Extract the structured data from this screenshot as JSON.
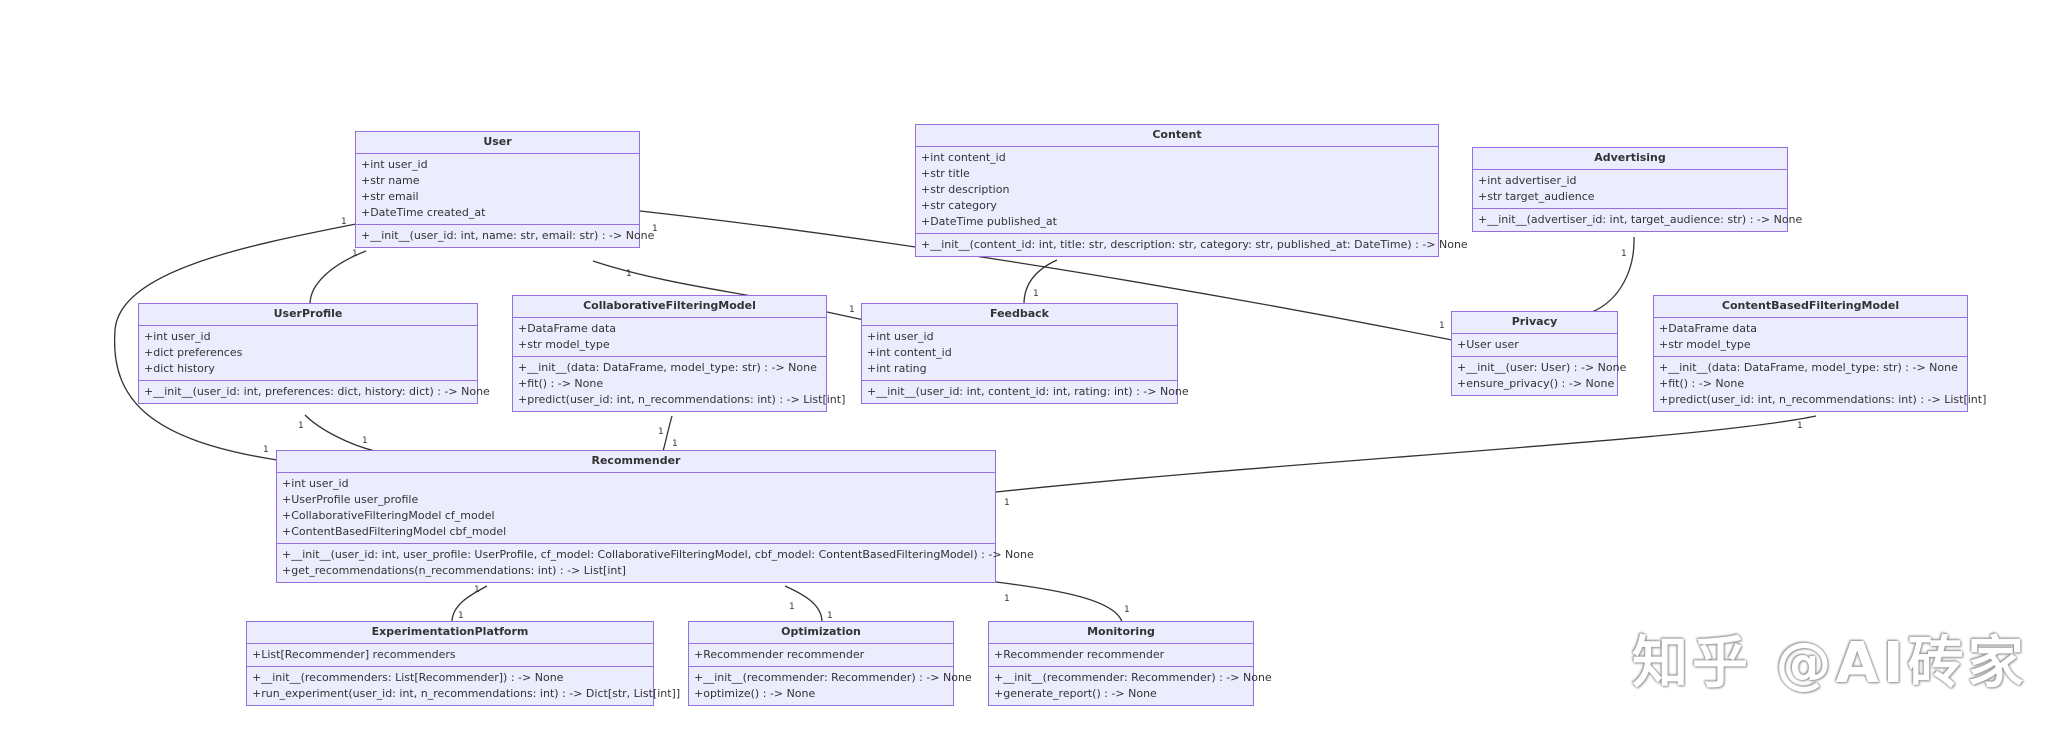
{
  "classes": {
    "user": {
      "name": "User",
      "attributes": [
        "+int user_id",
        "+str name",
        "+str email",
        "+DateTime created_at"
      ],
      "methods": [
        "+__init__(user_id: int, name: str, email: str) : -> None"
      ]
    },
    "content": {
      "name": "Content",
      "attributes": [
        "+int content_id",
        "+str title",
        "+str description",
        "+str category",
        "+DateTime published_at"
      ],
      "methods": [
        "+__init__(content_id: int, title: str, description: str, category: str, published_at: DateTime) : -> None"
      ]
    },
    "advertising": {
      "name": "Advertising",
      "attributes": [
        "+int advertiser_id",
        "+str target_audience"
      ],
      "methods": [
        "+__init__(advertiser_id: int, target_audience: str) : -> None"
      ]
    },
    "userprofile": {
      "name": "UserProfile",
      "attributes": [
        "+int user_id",
        "+dict preferences",
        "+dict history"
      ],
      "methods": [
        "+__init__(user_id: int, preferences: dict, history: dict) : -> None"
      ]
    },
    "cfmodel": {
      "name": "CollaborativeFilteringModel",
      "attributes": [
        "+DataFrame data",
        "+str model_type"
      ],
      "methods": [
        "+__init__(data: DataFrame, model_type: str) : -> None",
        "+fit() : -> None",
        "+predict(user_id: int, n_recommendations: int) : -> List[int]"
      ]
    },
    "feedback": {
      "name": "Feedback",
      "attributes": [
        "+int user_id",
        "+int content_id",
        "+int rating"
      ],
      "methods": [
        "+__init__(user_id: int, content_id: int, rating: int) : -> None"
      ]
    },
    "privacy": {
      "name": "Privacy",
      "attributes": [
        "+User user"
      ],
      "methods": [
        "+__init__(user: User) : -> None",
        "+ensure_privacy() : -> None"
      ]
    },
    "cbfmodel": {
      "name": "ContentBasedFilteringModel",
      "attributes": [
        "+DataFrame data",
        "+str model_type"
      ],
      "methods": [
        "+__init__(data: DataFrame, model_type: str) : -> None",
        "+fit() : -> None",
        "+predict(user_id: int, n_recommendations: int) : -> List[int]"
      ]
    },
    "recommender": {
      "name": "Recommender",
      "attributes": [
        "+int user_id",
        "+UserProfile user_profile",
        "+CollaborativeFilteringModel cf_model",
        "+ContentBasedFilteringModel cbf_model"
      ],
      "methods": [
        "+__init__(user_id: int, user_profile: UserProfile, cf_model: CollaborativeFilteringModel, cbf_model: ContentBasedFilteringModel) : -> None",
        "+get_recommendations(n_recommendations: int) : -> List[int]"
      ]
    },
    "experimentation": {
      "name": "ExperimentationPlatform",
      "attributes": [
        "+List[Recommender] recommenders"
      ],
      "methods": [
        "+__init__(recommenders: List[Recommender]) : -> None",
        "+run_experiment(user_id: int, n_recommendations: int) : -> Dict[str, List[int]]"
      ]
    },
    "optimization": {
      "name": "Optimization",
      "attributes": [
        "+Recommender recommender"
      ],
      "methods": [
        "+__init__(recommender: Recommender) : -> None",
        "+optimize() : -> None"
      ]
    },
    "monitoring": {
      "name": "Monitoring",
      "attributes": [
        "+Recommender recommender"
      ],
      "methods": [
        "+__init__(recommender: Recommender) : -> None",
        "+generate_report() : -> None"
      ]
    }
  },
  "multiplicity": "1",
  "watermark": "知乎 @AI砖家"
}
